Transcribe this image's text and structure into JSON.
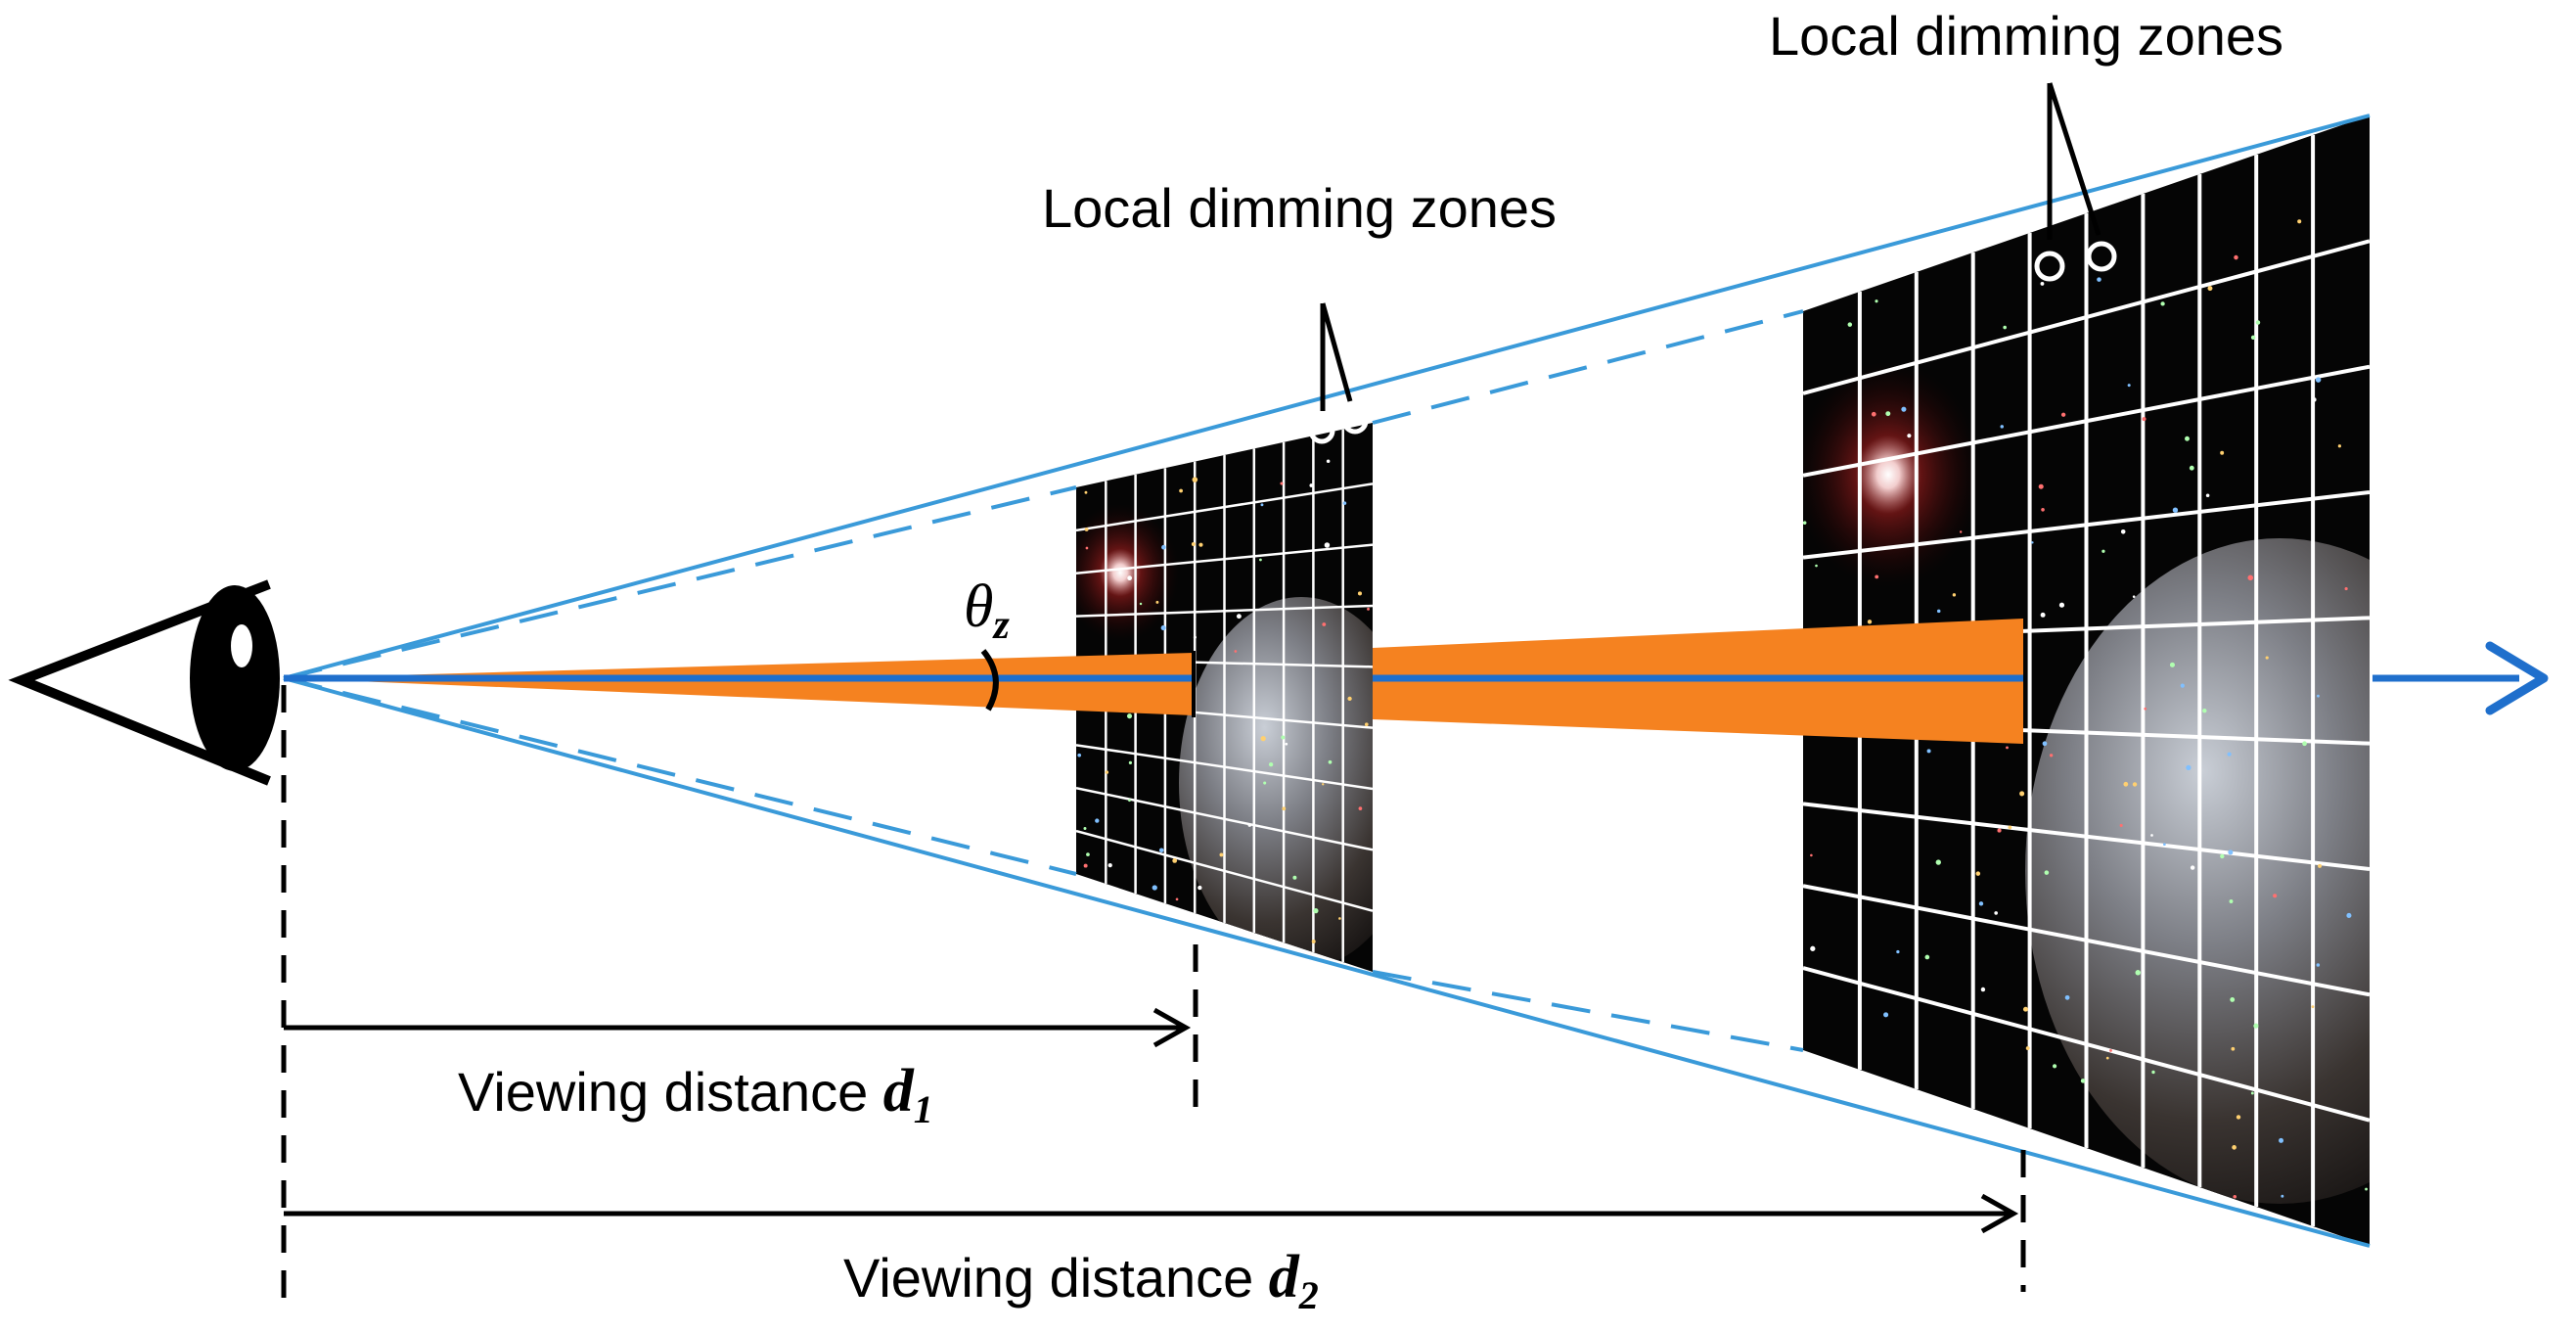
{
  "labels": {
    "zones_near": "Local dimming zones",
    "zones_far": "Local dimming zones",
    "dist1_prefix": "Viewing distance ",
    "dist1_var": "d",
    "dist1_sub": "1",
    "dist2_prefix": "Viewing distance ",
    "dist2_var": "d",
    "dist2_sub": "2",
    "theta": "θ",
    "theta_sub": "z"
  },
  "colors": {
    "fov_line": "#3a9ad9",
    "axis_line": "#1f6fcc",
    "wedge": "#f58220",
    "ink": "#000000",
    "grid": "#ffffff",
    "display_bg": "#050505"
  },
  "icons": [
    "eye-icon",
    "arrow-right-icon"
  ]
}
